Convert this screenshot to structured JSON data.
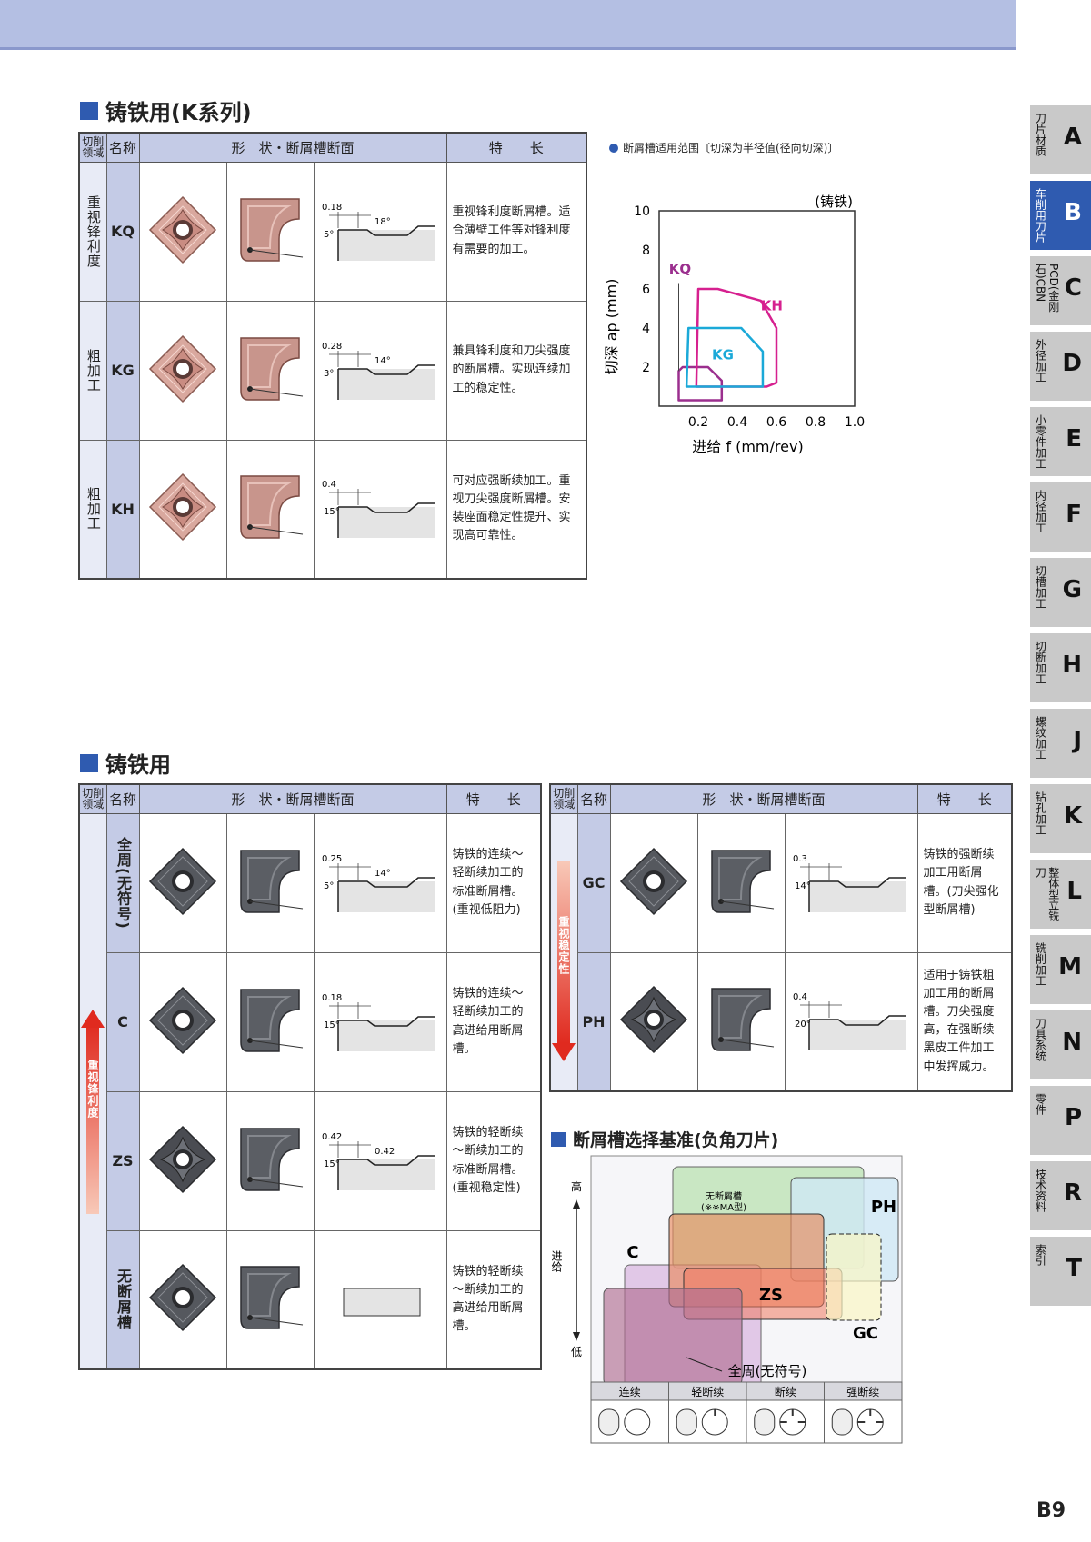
{
  "section1": {
    "title": "铸铁用(K系列)",
    "headers": {
      "domain": "切削\n领域",
      "name": "名称",
      "shape": "形　状・断屑槽断面",
      "feature": "特　　长"
    },
    "rows": [
      {
        "domain": "重视锋利度",
        "name": "KQ",
        "dims": [
          "0.18",
          "5°",
          "18°"
        ],
        "feature": "重视锋利度断屑槽。适合薄壁工件等对锋利度有需要的加工。"
      },
      {
        "domain": "粗加工",
        "name": "KG",
        "dims": [
          "0.28",
          "3°",
          "14°"
        ],
        "feature": "兼具锋利度和刀尖强度的断屑槽。实现连续加工的稳定性。"
      },
      {
        "domain": "粗加工",
        "name": "KH",
        "dims": [
          "0.4",
          "15°"
        ],
        "feature": "可对应强断续加工。重视刀尖强度断屑槽。安装座面稳定性提升、实现高可靠性。"
      }
    ]
  },
  "chart_title": "断屑槽适用范围〔切深为半径值(径向切深)〕",
  "chart_data": {
    "type": "area",
    "title": "(铸铁)",
    "xlabel": "进给 f (mm/rev)",
    "ylabel": "切深 ap (mm)",
    "xlim": [
      0,
      1.0
    ],
    "ylim": [
      0,
      10
    ],
    "xticks": [
      "0.2",
      "0.4",
      "0.6",
      "0.8",
      "1.0"
    ],
    "yticks": [
      "2",
      "4",
      "6",
      "8",
      "10"
    ],
    "series": [
      {
        "name": "KQ",
        "color": "#9b2f8e",
        "points": [
          [
            0.1,
            0.3
          ],
          [
            0.32,
            0.3
          ],
          [
            0.32,
            1.3
          ],
          [
            0.25,
            2.0
          ],
          [
            0.12,
            2.0
          ],
          [
            0.1,
            1.8
          ]
        ]
      },
      {
        "name": "KH",
        "color": "#d6208f",
        "points": [
          [
            0.19,
            1.0
          ],
          [
            0.2,
            6.0
          ],
          [
            0.3,
            6.0
          ],
          [
            0.52,
            5.4
          ],
          [
            0.6,
            4.0
          ],
          [
            0.6,
            1.2
          ],
          [
            0.55,
            1.0
          ]
        ]
      },
      {
        "name": "KG",
        "color": "#1ba9d8",
        "points": [
          [
            0.14,
            1.0
          ],
          [
            0.15,
            4.0
          ],
          [
            0.42,
            4.0
          ],
          [
            0.53,
            2.8
          ],
          [
            0.53,
            1.0
          ]
        ]
      }
    ]
  },
  "section2": {
    "title": "铸铁用",
    "left_headers": {
      "domain": "切削\n领域",
      "name": "名称",
      "shape": "形　状・断屑槽断面",
      "feature": "特　　长"
    },
    "left_arrow": "重视锋利度",
    "left_rows": [
      {
        "name": "全周(无符号)",
        "dims": [
          "0.25",
          "5°",
          "14°"
        ],
        "feature": "铸铁的连续～轻断续加工的标准断屑槽。(重视低阻力)"
      },
      {
        "name": "C",
        "dims": [
          "0.18",
          "15°"
        ],
        "feature": "铸铁的连续～轻断续加工的高进给用断屑槽。"
      },
      {
        "name": "ZS",
        "dims": [
          "0.42",
          "15°",
          "0.42",
          "15°"
        ],
        "feature": "铸铁的轻断续～断续加工的标准断屑槽。(重视稳定性)"
      },
      {
        "name": "无断屑槽",
        "dims": [],
        "feature": "铸铁的轻断续～断续加工的高进给用断屑槽。"
      }
    ],
    "right_arrow": "重视稳定性",
    "right_rows": [
      {
        "name": "GC",
        "dims": [
          "0.3",
          "14°"
        ],
        "feature": "铸铁的强断续加工用断屑槽。(刀尖强化型断屑槽)"
      },
      {
        "name": "PH",
        "dims": [
          "0.4",
          "20°"
        ],
        "feature": "适用于铸铁粗加工用的断屑槽。刀尖强度高，在强断续黑皮工件加工中发挥威力。"
      }
    ]
  },
  "selection": {
    "title": "断屑槽选择基准(负角刀片)",
    "high": "高",
    "low": "低",
    "axis": "进给",
    "labels": {
      "ma": "无断屑槽\n(※※MA型)",
      "ph": "PH",
      "c": "C",
      "zs": "ZS",
      "gc": "GC",
      "all": "全周(无符号)"
    },
    "cats": [
      "连续",
      "轻断续",
      "断续",
      "强断续"
    ]
  },
  "side_index": [
    {
      "letter": "A",
      "label": "刀片材质"
    },
    {
      "letter": "B",
      "label": "车削用刀片",
      "active": true
    },
    {
      "letter": "C",
      "label": "PCD(金刚石)CBN"
    },
    {
      "letter": "D",
      "label": "外径加工"
    },
    {
      "letter": "E",
      "label": "小零件加工"
    },
    {
      "letter": "F",
      "label": "内径加工"
    },
    {
      "letter": "G",
      "label": "切槽加工"
    },
    {
      "letter": "H",
      "label": "切断加工"
    },
    {
      "letter": "J",
      "label": "螺纹加工"
    },
    {
      "letter": "K",
      "label": "钻孔加工"
    },
    {
      "letter": "L",
      "label": "整体型立铣刀"
    },
    {
      "letter": "M",
      "label": "铣削加工"
    },
    {
      "letter": "N",
      "label": "刀具系统"
    },
    {
      "letter": "P",
      "label": "零件"
    },
    {
      "letter": "R",
      "label": "技术资料"
    },
    {
      "letter": "T",
      "label": "索引"
    }
  ],
  "page_number": "B9",
  "colors": {
    "accent": "#2f5bb0",
    "header": "#c4cbe6",
    "copper": "#d8a49a",
    "gray": "#5a5d63"
  }
}
